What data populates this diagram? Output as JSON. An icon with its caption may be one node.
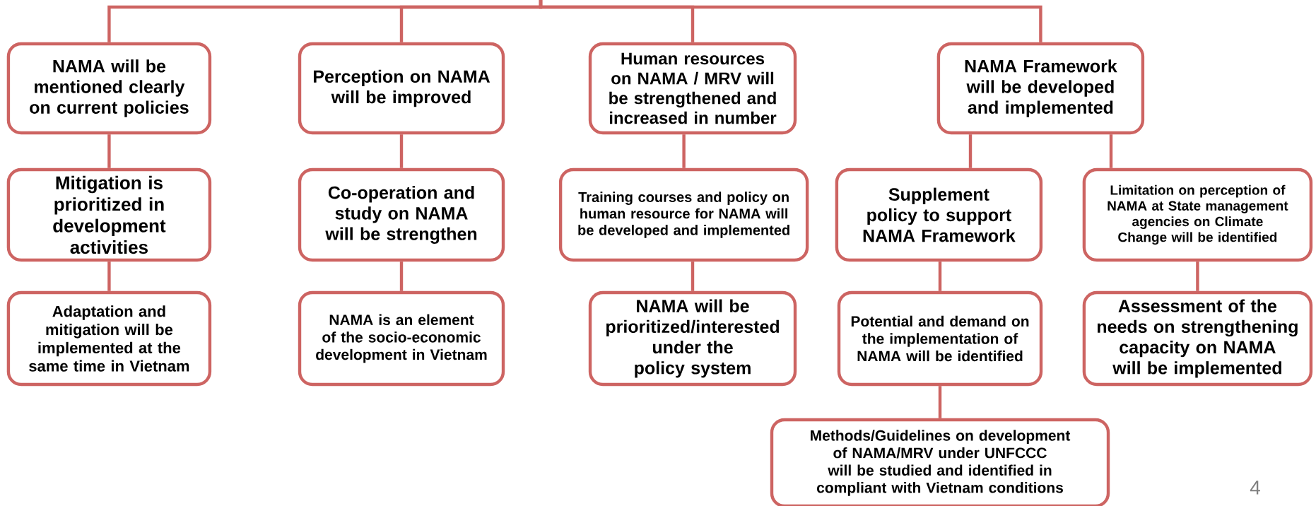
{
  "diagram": {
    "nodes": [
      {
        "text": [
          "NAMA  will be mentioned clearly on current policies"
        ]
      },
      {
        "text": [
          "Perception on NAMA will be improved"
        ]
      },
      {
        "text": [
          "Human resources on NAMA / MRV will be strengthened and increased in number"
        ]
      },
      {
        "text": [
          "NAMA Framework will be developed and implemented"
        ]
      },
      {
        "text": [
          "Mitigation is prioritized in development activities"
        ]
      },
      {
        "text": [
          "Co-operation and study on NAMA will be strengthen"
        ]
      },
      {
        "text": [
          "Training courses and policy on human resource for NAMA will be developed and implemented"
        ]
      },
      {
        "text": [
          "Supplement policy to support NAMA Framework"
        ]
      },
      {
        "text": [
          "Limitation on perception of NAMA at State management agencies on Climate Change will be identified"
        ]
      },
      {
        "text": [
          "Adaptation and mitigation will be implemented at the same time in Vietnam"
        ]
      },
      {
        "text": [
          "NAMA is an element of the socio-economic development in Vietnam"
        ]
      },
      {
        "text": [
          "NAMA will be prioritized/interested under the policy system"
        ]
      },
      {
        "text": [
          "Potential and demand on the implementation of NAMA will be identified"
        ]
      },
      {
        "text": [
          "Assessment of the needs on strengthening capacity on NAMA will be implemented"
        ]
      },
      {
        "text": [
          "Methods/Guidelines on  development of NAMA/MRV under UNFCCC will be studied and identified in compliant with Vietnam conditions"
        ]
      }
    ],
    "edges": [
      {
        "from": null,
        "to": 0,
        "arrow": "none"
      },
      {
        "from": null,
        "to": 1,
        "arrow": "none"
      },
      {
        "from": null,
        "to": 2,
        "arrow": "none"
      },
      {
        "from": null,
        "to": 3,
        "arrow": "none"
      },
      {
        "from": 0,
        "to": 4,
        "arrow": "none"
      },
      {
        "from": 4,
        "to": 9,
        "arrow": "none"
      },
      {
        "from": 1,
        "to": 5,
        "arrow": "none"
      },
      {
        "from": 5,
        "to": 10,
        "arrow": "none"
      },
      {
        "from": 2,
        "to": 6,
        "arrow": "none"
      },
      {
        "from": 6,
        "to": 11,
        "arrow": "none"
      },
      {
        "from": 3,
        "to": 7,
        "arrow": "none"
      },
      {
        "from": 3,
        "to": 8,
        "arrow": "none"
      },
      {
        "from": 7,
        "to": 12,
        "arrow": "none"
      },
      {
        "from": 12,
        "to": 14,
        "arrow": "none"
      },
      {
        "from": 8,
        "to": 13,
        "arrow": "none"
      }
    ],
    "labels": [
      "4"
    ]
  }
}
